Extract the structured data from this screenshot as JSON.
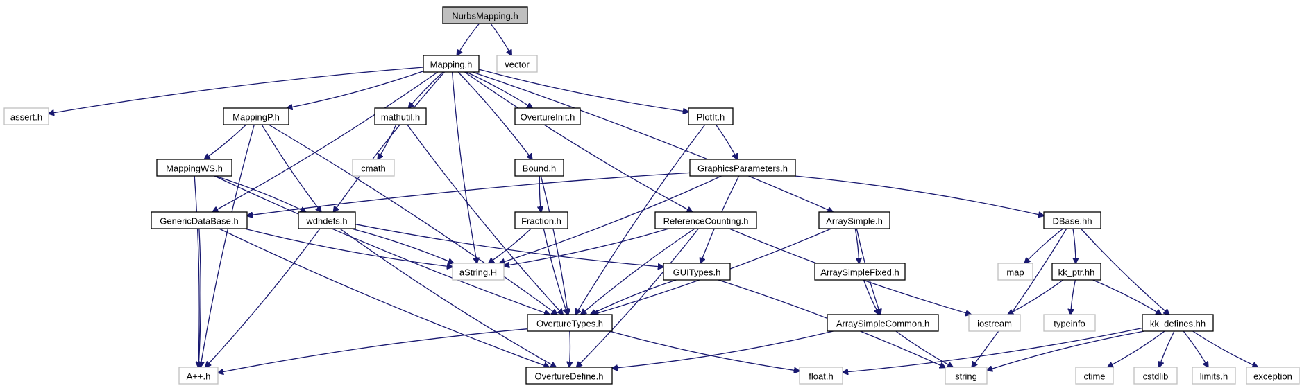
{
  "diagram": {
    "nodes": [
      {
        "id": "nurbs",
        "label": "NurbsMapping.h",
        "kind": "root"
      },
      {
        "id": "mapping",
        "label": "Mapping.h",
        "kind": "documented"
      },
      {
        "id": "vector",
        "label": "vector",
        "kind": "external"
      },
      {
        "id": "assert",
        "label": "assert.h",
        "kind": "external"
      },
      {
        "id": "mappingp",
        "label": "MappingP.h",
        "kind": "documented"
      },
      {
        "id": "mathutil",
        "label": "mathutil.h",
        "kind": "documented"
      },
      {
        "id": "overtureinit",
        "label": "OvertureInit.h",
        "kind": "documented"
      },
      {
        "id": "plotit",
        "label": "PlotIt.h",
        "kind": "documented"
      },
      {
        "id": "cmath",
        "label": "cmath",
        "kind": "external"
      },
      {
        "id": "mappingws",
        "label": "MappingWS.h",
        "kind": "documented"
      },
      {
        "id": "bound",
        "label": "Bound.h",
        "kind": "documented"
      },
      {
        "id": "graphicsparams",
        "label": "GraphicsParameters.h",
        "kind": "documented"
      },
      {
        "id": "genericdb",
        "label": "GenericDataBase.h",
        "kind": "documented"
      },
      {
        "id": "wdhdefs",
        "label": "wdhdefs.h",
        "kind": "documented"
      },
      {
        "id": "fraction",
        "label": "Fraction.h",
        "kind": "documented"
      },
      {
        "id": "refcounting",
        "label": "ReferenceCounting.h",
        "kind": "documented"
      },
      {
        "id": "arraysimple",
        "label": "ArraySimple.h",
        "kind": "documented"
      },
      {
        "id": "dbase",
        "label": "DBase.hh",
        "kind": "documented"
      },
      {
        "id": "astring",
        "label": "aString.H",
        "kind": "external"
      },
      {
        "id": "guitypes",
        "label": "GUITypes.h",
        "kind": "documented"
      },
      {
        "id": "arraysimplefixed",
        "label": "ArraySimpleFixed.h",
        "kind": "documented"
      },
      {
        "id": "map",
        "label": "map",
        "kind": "external"
      },
      {
        "id": "kkptr",
        "label": "kk_ptr.hh",
        "kind": "documented"
      },
      {
        "id": "overturetypes",
        "label": "OvertureTypes.h",
        "kind": "documented"
      },
      {
        "id": "arraysimplecommon",
        "label": "ArraySimpleCommon.h",
        "kind": "documented"
      },
      {
        "id": "iostream",
        "label": "iostream",
        "kind": "external"
      },
      {
        "id": "typeinfo",
        "label": "typeinfo",
        "kind": "external"
      },
      {
        "id": "kkdefines",
        "label": "kk_defines.hh",
        "kind": "documented"
      },
      {
        "id": "app",
        "label": "A++.h",
        "kind": "external"
      },
      {
        "id": "overturedefine",
        "label": "OvertureDefine.h",
        "kind": "documented"
      },
      {
        "id": "floath",
        "label": "float.h",
        "kind": "external"
      },
      {
        "id": "string",
        "label": "string",
        "kind": "external"
      },
      {
        "id": "ctime",
        "label": "ctime",
        "kind": "external"
      },
      {
        "id": "cstdlib",
        "label": "cstdlib",
        "kind": "external"
      },
      {
        "id": "limits",
        "label": "limits.h",
        "kind": "external"
      },
      {
        "id": "exception",
        "label": "exception",
        "kind": "external"
      }
    ],
    "colors": {
      "edge": "#191970",
      "root_fill": "#bfbfbf",
      "documented_stroke": "#000000",
      "external_stroke": "#bfbfbf",
      "node_fill": "#ffffff"
    }
  }
}
